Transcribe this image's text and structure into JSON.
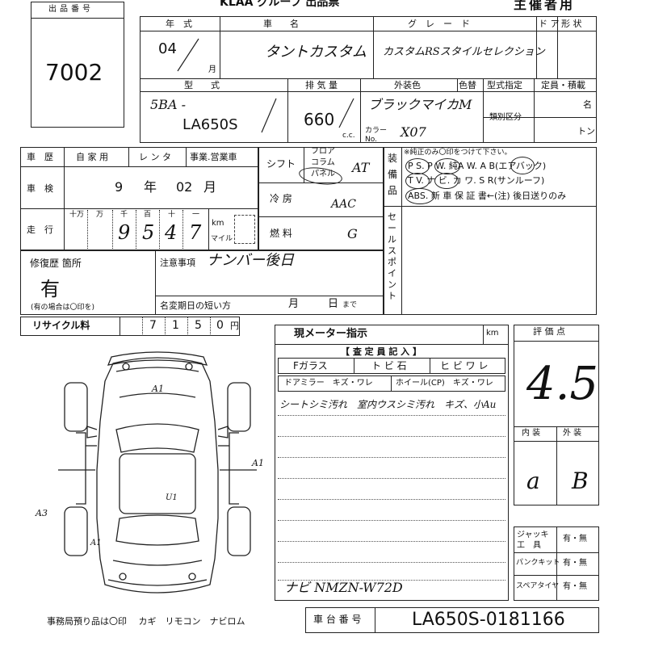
{
  "header": {
    "group_title": "KLAA グループ 出品票",
    "host_use": "主催者用"
  },
  "lot": {
    "label": "出品番号",
    "number": "7002"
  },
  "year": {
    "label": "年　式",
    "value": "04",
    "month_unit": "月"
  },
  "car_name": {
    "label": "車　　名",
    "value": "タントカスタム"
  },
  "grade": {
    "label": "グ　レ　ー　ド",
    "value": "カスタムRSスタイルセレクション"
  },
  "door": {
    "label": "ド ア"
  },
  "shape": {
    "label": "形 状"
  },
  "model": {
    "label": "型　　式",
    "prefix": "5BA -",
    "value": "LA650S"
  },
  "displacement": {
    "label": "排 気 量",
    "value": "660",
    "unit": "c.c."
  },
  "exterior": {
    "label": "外装色",
    "value": "ブラックマイカM",
    "color_no_label": "カラー No.",
    "color_no": "X07"
  },
  "color_label": "色替",
  "designation": {
    "label": "型式指定",
    "category_label": "類別区分"
  },
  "capacity": {
    "label": "定員・積載",
    "unit1": "名",
    "unit2": "トン"
  },
  "history": {
    "label": "車　歴",
    "opt1": "自 家 用",
    "opt2": "レ ン タ",
    "opt3": "事業.営業車"
  },
  "inspection": {
    "label": "車　検",
    "year": "9",
    "year_unit": "年",
    "month": "02",
    "month_unit": "月"
  },
  "mileage": {
    "label": "走　行",
    "units": [
      "十万",
      "万",
      "千",
      "百",
      "十",
      "一"
    ],
    "digits": [
      "",
      "",
      "9",
      "5",
      "4",
      "7"
    ],
    "km": "km",
    "mile": "マイル"
  },
  "shift": {
    "label": "シフト",
    "floor": "フロア",
    "column": "コラム",
    "panel": "パネル",
    "value": "AT"
  },
  "ac": {
    "label": "冷 房",
    "value": "AAC"
  },
  "fuel": {
    "label": "燃 料",
    "value": "G"
  },
  "equipment": {
    "label": "装備品",
    "note": "※純正のみ〇印をつけて下さい。",
    "row1": "P S.  P W.  純A W.  A B(エアバック)",
    "row2": "T V.  ナ ビ.  カ ワ.  S R(サンルーフ)",
    "row3": "ABS.   新 車 保 証 書←(注) 後日送りのみ"
  },
  "sales_point": {
    "label": "セールスポイント"
  },
  "repair": {
    "label": "修復歴 箇所",
    "value": "有",
    "note": "(有の場合は〇印を)"
  },
  "notes": {
    "label": "注意事項",
    "value": "ナンバー後日"
  },
  "short_expiry": {
    "label": "名変期日の短い方",
    "month": "月",
    "day": "日",
    "suffix": "まで"
  },
  "recycle": {
    "label": "リサイクル料",
    "digits": [
      "",
      "7",
      "1",
      "5",
      "0"
    ],
    "unit": "円"
  },
  "meter": {
    "label": "現メーター指示",
    "unit": "km"
  },
  "inspector": {
    "title": "【 査 定 員 記 入 】",
    "fglass": "Fガラス",
    "chip": "ト ビ 石",
    "crack": "ヒ ビ ワ レ",
    "mirror": "ドアミラー　キズ・ワレ",
    "wheel": "ホイール(CP)　キズ・ワレ",
    "lines": [
      "シートシミ汚れ　室内ウスシミ汚れ　キズ、小Au",
      "",
      "",
      "",
      "",
      "",
      "",
      "",
      "",
      "ナビ NMZN-W72D"
    ]
  },
  "evaluation": {
    "label": "評 価 点",
    "score": "4.5",
    "interior_label": "内 装",
    "exterior_label": "外 装",
    "interior": "a",
    "exterior": "B"
  },
  "tools": {
    "jack_label": "ジャッキ 工　具",
    "jack_value": "有・無",
    "puncture_label": "パンクキット",
    "puncture_value": "有・無",
    "spare_label": "スペアタイヤ",
    "spare_value": "有・無"
  },
  "diagram_marks": {
    "m1": "A1",
    "m2": "A1",
    "m3": "A3",
    "m4": "U1",
    "m5": "A1"
  },
  "bottom_note": "事務局預り品は〇印　 カギ　リモコン　ナビロム",
  "chassis": {
    "label": "車 台 番 号",
    "value": "LA650S-0181166"
  }
}
